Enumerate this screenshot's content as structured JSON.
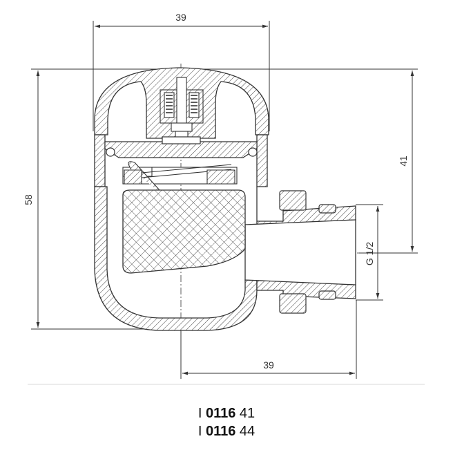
{
  "dimensions": {
    "top_width": "39",
    "overall_height": "58",
    "upper_height": "41",
    "outlet_width": "39",
    "thread": "G 1/2"
  },
  "part_numbers": [
    {
      "prefix": "I ",
      "code": "0116",
      "suffix": " 41"
    },
    {
      "prefix": "I ",
      "code": "0116",
      "suffix": " 44"
    }
  ],
  "colors": {
    "line": "#333333",
    "background": "#ffffff",
    "divider": "#d8d8d8"
  }
}
